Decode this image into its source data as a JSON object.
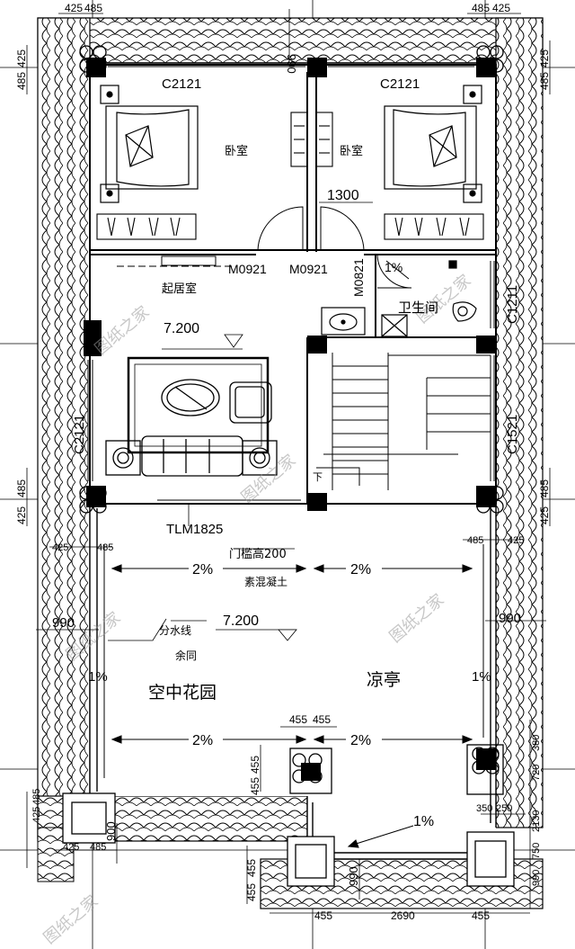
{
  "rooms": {
    "bedroom_left": "卧室",
    "bedroom_right": "卧室",
    "living": "起居室",
    "bathroom": "卫生间",
    "sky_garden": "空中花园",
    "pavilion": "凉亭"
  },
  "windows": {
    "top_left": "C2121",
    "top_right": "C2121",
    "left_living": "C2121",
    "right_bath": "C1211",
    "right_stair": "C1521"
  },
  "doors": {
    "bedroom_left": "M0921",
    "bedroom_right": "M0921",
    "bathroom": "M0821",
    "sliding": "TLM1825"
  },
  "levels": {
    "living": "7.200",
    "garden": "7.200"
  },
  "notes": {
    "threshold": "门槛高200",
    "concrete": "素混凝土",
    "divide_line": "分水线",
    "same": "余同",
    "stair_down": "下"
  },
  "slopes": {
    "bath": "1%",
    "garden_top_left": "2%",
    "garden_top_right": "2%",
    "garden_bottom_left": "2%",
    "garden_bottom_right": "2%",
    "left_edge": "1%",
    "right_edge": "1%",
    "bottom_gutter": "1%"
  },
  "dims": {
    "tl_a": "425",
    "tl_b": "485",
    "tr_a": "485",
    "tr_b": "425",
    "lv_a": "485",
    "lv_b": "425",
    "rv_a": "485",
    "rv_b": "425",
    "top_mid": "990",
    "bed_w": "1300",
    "lm_a": "485",
    "lm_b": "425",
    "rm_a": "485",
    "rm_b": "425",
    "gl_a": "425",
    "gl_b": "485",
    "gr_a": "485",
    "gr_b": "425",
    "left_990": "990",
    "right_990": "990",
    "col_a": "455",
    "col_b": "455",
    "col_v_a": "455",
    "col_v_b": "455",
    "rs_a": "380",
    "rs_b": "720",
    "rs_c": "2130",
    "rs_d": "750",
    "rs_e": "990",
    "rp_a": "350",
    "rp_b": "250",
    "bl_a": "425",
    "bl_b": "485",
    "bl_c": "425",
    "bl_d": "485",
    "b_900": "900",
    "b_990": "990",
    "bv_a": "455",
    "bv_b": "455",
    "bb_a": "455",
    "bb_b": "2690",
    "bb_c": "455"
  },
  "watermark": "图纸之家"
}
